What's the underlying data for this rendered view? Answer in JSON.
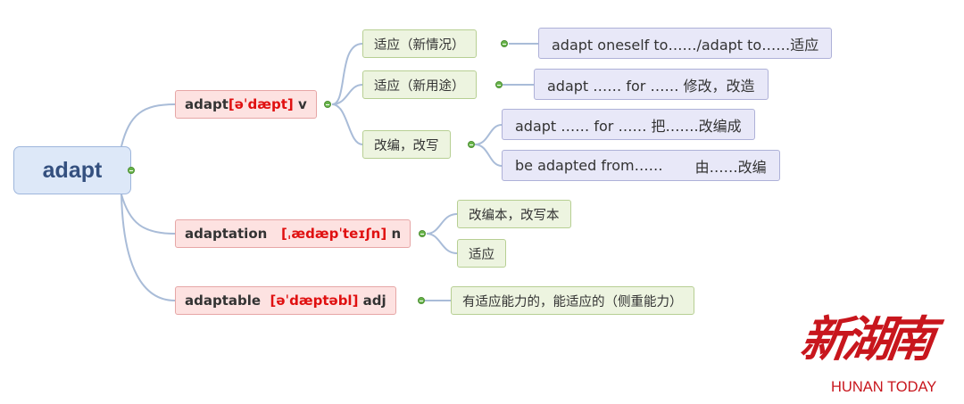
{
  "root": {
    "label": "adapt"
  },
  "branches": [
    {
      "word": "adapt",
      "phonetic": "[əˈdæpt]",
      "pos": "v",
      "children": [
        {
          "label": "适应（新情况）",
          "detail": [
            "adapt oneself to……/adapt to……适应"
          ]
        },
        {
          "label": "适应（新用途）",
          "detail": [
            "adapt …… for …… 修改，改造"
          ]
        },
        {
          "label": "改编，改写",
          "detail": [
            "adapt …… for …… 把…….改编成",
            "be adapted from……",
            "由……改编"
          ]
        }
      ]
    },
    {
      "word": "adaptation",
      "phonetic": "[ˌædæpˈteɪʃn]",
      "pos": "n",
      "children": [
        {
          "label": "改编本，改写本"
        },
        {
          "label": "适应"
        }
      ]
    },
    {
      "word": "adaptable",
      "phonetic": "[əˈdæptəbl]",
      "pos": "adj",
      "children": [
        {
          "label": "有适应能力的，能适应的（侧重能力）"
        }
      ]
    }
  ],
  "watermark": {
    "cn": "新湖南",
    "en": "HUNAN TODAY"
  },
  "colors": {
    "link": "#a9bcd8",
    "phonetic": "#e01010",
    "root_fill": "#dde8f8",
    "branch_fill": "#fde2e1",
    "sub_fill": "#edf4e0",
    "detail_fill": "#e8e8f8",
    "logo": "#c8161d"
  }
}
